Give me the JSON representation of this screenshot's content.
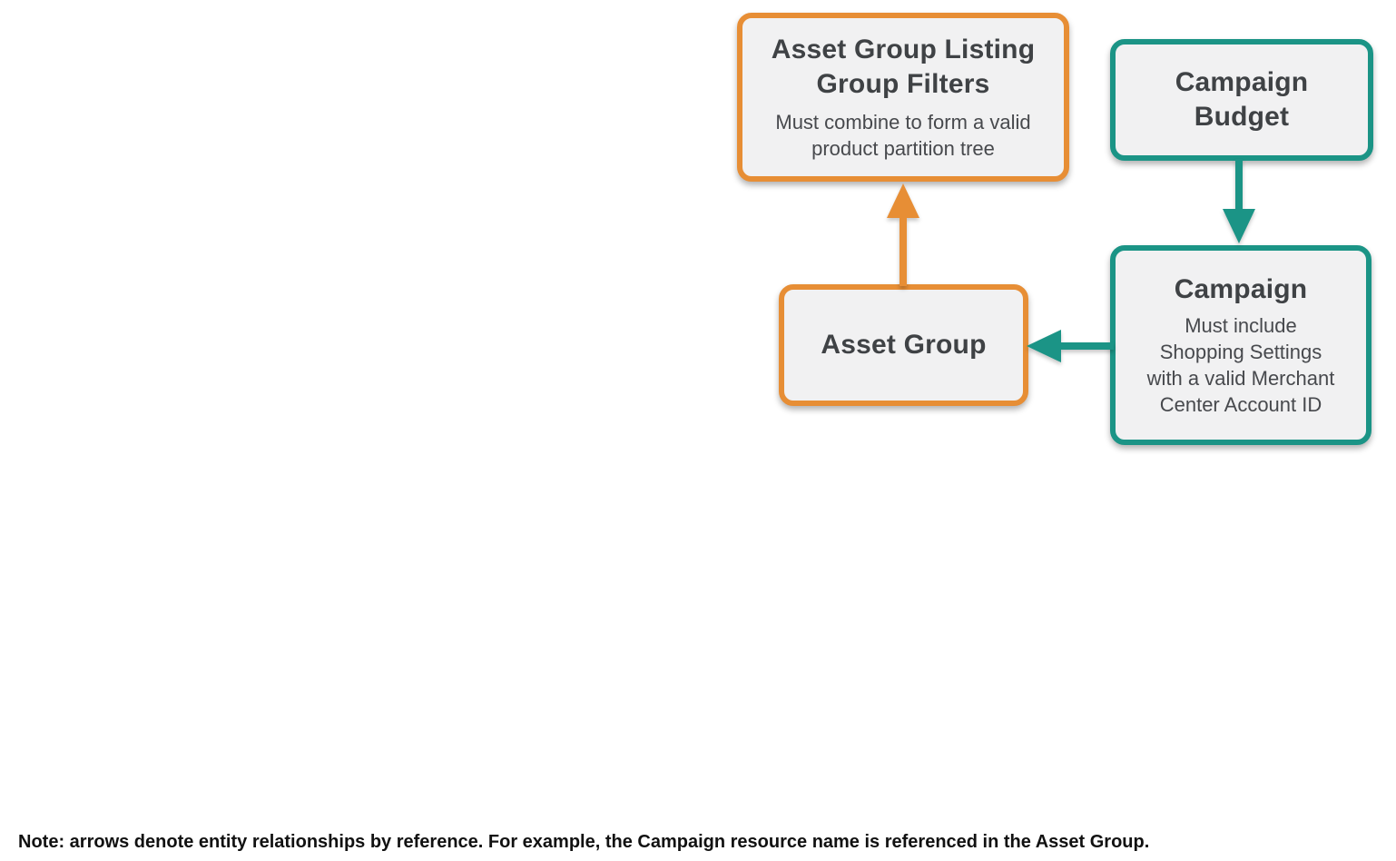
{
  "diagram": {
    "nodes": [
      {
        "id": "asset-group-listing-group-filters",
        "title": "Asset Group Listing Group Filters",
        "title_lines": [
          "Asset Group Listing",
          "Group Filters"
        ],
        "subtitle": "Must combine to form a valid product partition tree",
        "subtitle_lines": [
          "Must combine to form a valid",
          "product partition tree"
        ],
        "border_color": "#E78E35"
      },
      {
        "id": "campaign-budget",
        "title": "Campaign Budget",
        "title_lines": [
          "Campaign",
          "Budget"
        ],
        "border_color": "#1B9486"
      },
      {
        "id": "asset-group",
        "title": "Asset Group",
        "title_lines": [
          "Asset Group"
        ],
        "border_color": "#E78E35"
      },
      {
        "id": "campaign",
        "title": "Campaign",
        "title_lines": [
          "Campaign"
        ],
        "subtitle": "Must include Shopping Settings with a valid Merchant Center Account ID",
        "subtitle_lines": [
          "Must include",
          "Shopping Settings",
          "with a valid Merchant",
          "Center Account ID"
        ],
        "border_color": "#1B9486"
      }
    ],
    "edges": [
      {
        "from": "asset-group",
        "to": "asset-group-listing-group-filters",
        "direction": "up",
        "color": "#E78E35"
      },
      {
        "from": "campaign-budget",
        "to": "campaign",
        "direction": "down",
        "color": "#1B9486"
      },
      {
        "from": "campaign",
        "to": "asset-group",
        "direction": "left",
        "color": "#1B9486"
      }
    ]
  },
  "note": {
    "text": "Note: arrows denote entity relationships by reference. For example, the Campaign resource name is referenced in the Asset Group."
  },
  "colors": {
    "orange": "#E78E35",
    "teal": "#1B9486",
    "box_fill": "#F1F1F2",
    "title_color": "#3F4245",
    "subtitle_color": "#47494D",
    "note_color": "#111111"
  }
}
